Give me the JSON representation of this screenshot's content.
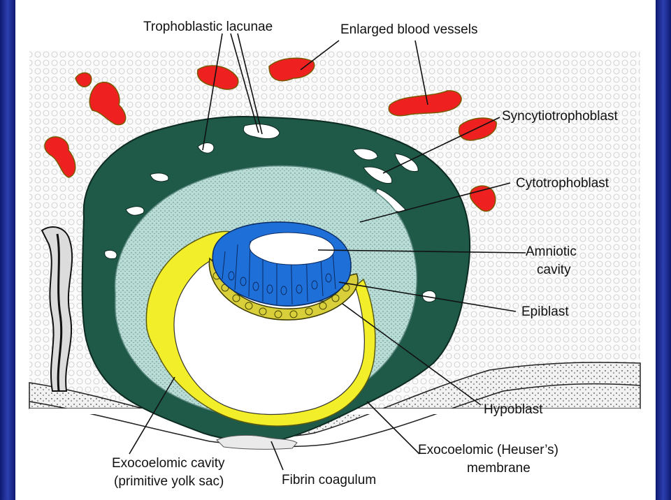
{
  "labels": {
    "trophoblastic_lacunae": "Trophoblastic lacunae",
    "enlarged_blood_vessels": "Enlarged blood vessels",
    "syncytiotrophoblast": "Syncytiotrophoblast",
    "cytotrophoblast": "Cytotrophoblast",
    "amniotic_cavity_line1": "Amniotic",
    "amniotic_cavity_line2": "cavity",
    "epiblast": "Epiblast",
    "hypoblast": "Hypoblast",
    "exocoelomic_membrane_line1": "Exocoelomic (Heuser’s)",
    "exocoelomic_membrane_line2": "membrane",
    "exocoelomic_cavity_line1": "Exocoelomic cavity",
    "exocoelomic_cavity_line2": "(primitive yolk sac)",
    "fibrin_coagulum": "Fibrin coagulum"
  },
  "colors": {
    "syncytio": "#1f5a48",
    "cyto": "#b7ddd6",
    "epiblast": "#1f6fd8",
    "hypoblast": "#d9cf3a",
    "heuser": "#f2ee2a",
    "vessel": "#ee2020",
    "frame": "#1a2a8c"
  }
}
